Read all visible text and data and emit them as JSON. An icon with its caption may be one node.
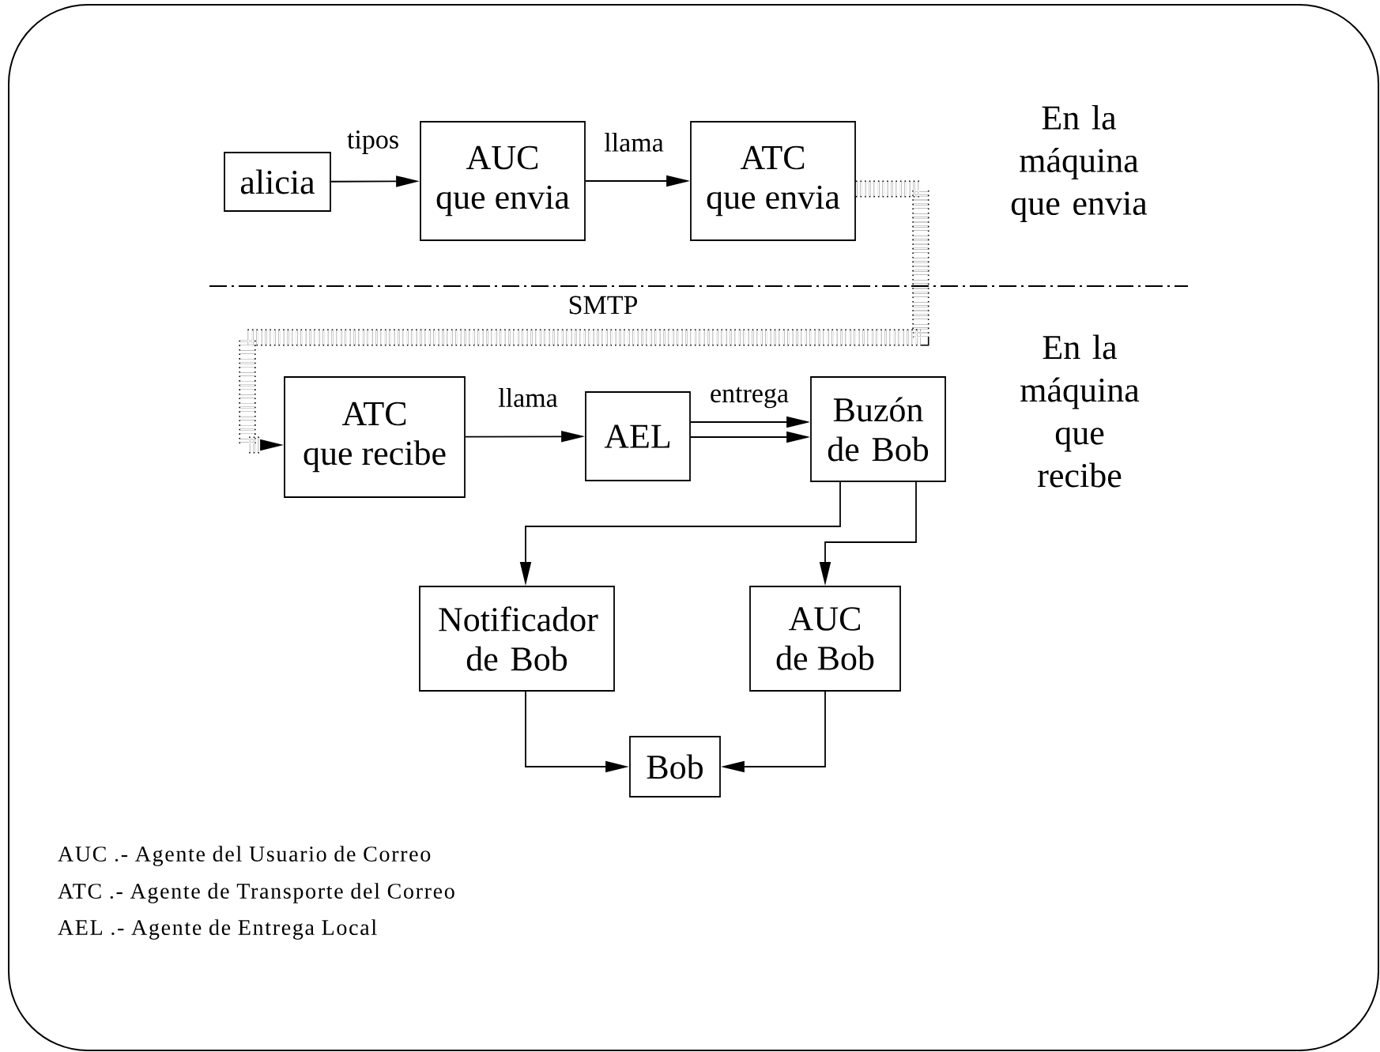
{
  "diagram": {
    "nodes": [
      {
        "text": [
          "alicia"
        ]
      },
      {
        "text": [
          "AUC",
          "que envia"
        ]
      },
      {
        "text": [
          "ATC",
          "que envia"
        ]
      },
      {
        "text": [
          "ATC",
          "que recibe"
        ]
      },
      {
        "text": [
          "AEL"
        ]
      },
      {
        "text": [
          "Buzón de Bob"
        ]
      },
      {
        "text": [
          "Notificador de Bob"
        ]
      },
      {
        "text": [
          "AUC",
          "de Bob"
        ]
      },
      {
        "text": [
          "Bob"
        ]
      }
    ],
    "edges": [
      {
        "from": 0,
        "to": 1,
        "arrow": "to",
        "label": "tipos"
      },
      {
        "from": 1,
        "to": 2,
        "arrow": "to",
        "label": "llama"
      },
      {
        "from": 2,
        "to": 3,
        "arrow": "to",
        "label": "SMTP",
        "style": "dashed"
      },
      {
        "from": 3,
        "to": 4,
        "arrow": "to",
        "label": "llama"
      },
      {
        "from": 4,
        "to": 5,
        "arrow": "to",
        "label": "entrega"
      },
      {
        "from": 4,
        "to": 5,
        "arrow": "to"
      },
      {
        "from": 5,
        "to": 6,
        "arrow": "to"
      },
      {
        "from": 5,
        "to": 7,
        "arrow": "to"
      },
      {
        "from": 6,
        "to": 8,
        "arrow": "to"
      },
      {
        "from": 7,
        "to": 8,
        "arrow": "to"
      }
    ],
    "labels": [
      "En la máquina que envia",
      "En la máquina que recibe",
      "AUC .- Agente del Usuario de Correo",
      "ATC .- Agente de Transporte del Correo",
      "AEL .- Agente de Entrega Local"
    ]
  }
}
